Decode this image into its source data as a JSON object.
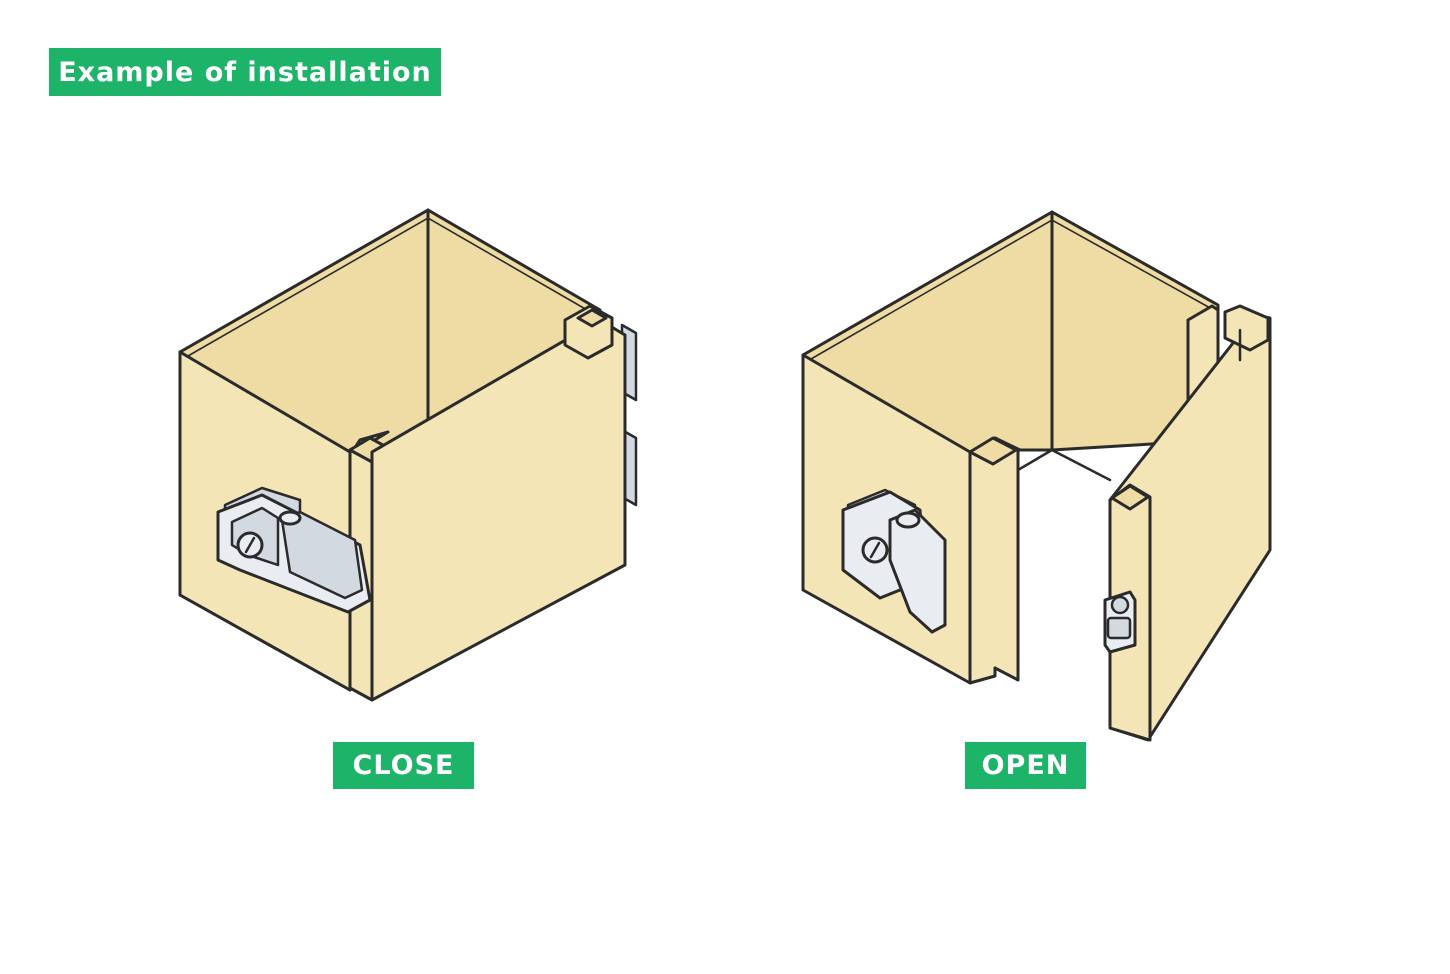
{
  "title": "Example of installation",
  "labels": {
    "close": "CLOSE",
    "open": "OPEN"
  },
  "colors": {
    "badge": "#1db46a",
    "box": "#f3e5b5",
    "latch": "#e9edf2"
  }
}
